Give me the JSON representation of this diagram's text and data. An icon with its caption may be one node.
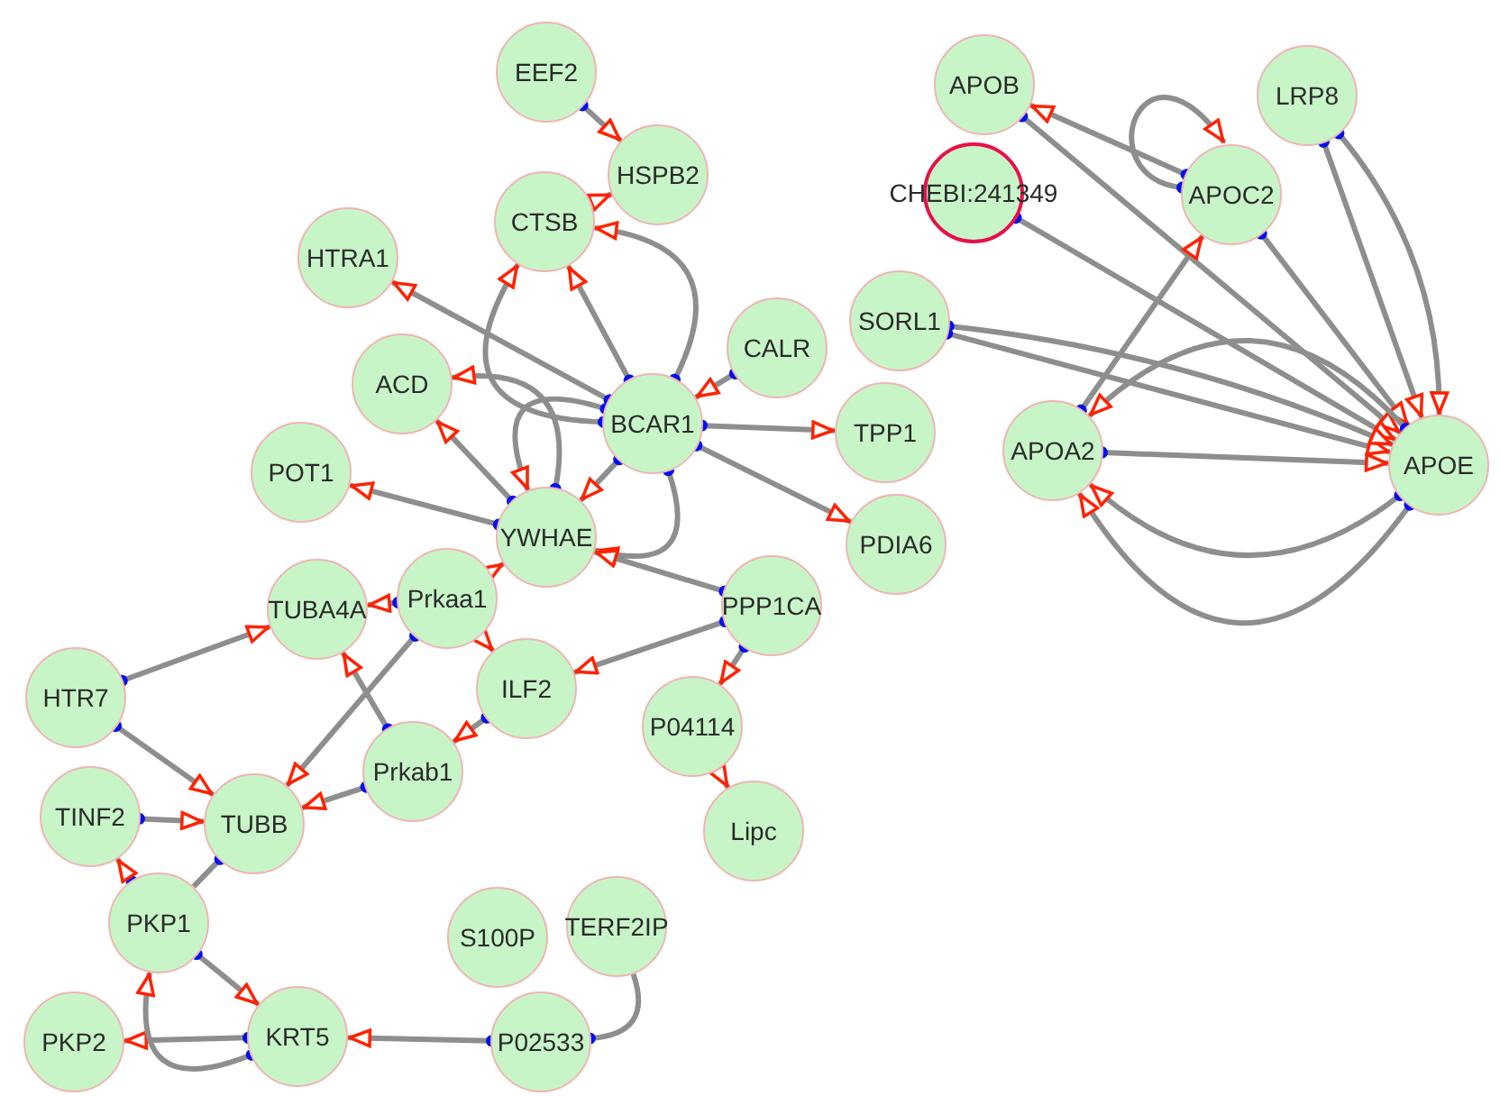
{
  "diagram": {
    "nodes": [
      {
        "text": [
          "EEF2"
        ]
      },
      {
        "text": [
          "HSPB2"
        ]
      },
      {
        "text": [
          "CTSB"
        ]
      },
      {
        "text": [
          "HTRA1"
        ]
      },
      {
        "text": [
          "CALR"
        ]
      },
      {
        "text": [
          "ACD"
        ]
      },
      {
        "text": [
          "BCAR1"
        ]
      },
      {
        "text": [
          "TPP1"
        ]
      },
      {
        "text": [
          "POT1"
        ]
      },
      {
        "text": [
          "YWHAE"
        ]
      },
      {
        "text": [
          "PDIA6"
        ]
      },
      {
        "text": [
          "TUBA4A"
        ]
      },
      {
        "text": [
          "Prkaa1"
        ]
      },
      {
        "text": [
          "PPP1CA"
        ]
      },
      {
        "text": [
          "HTR7"
        ]
      },
      {
        "text": [
          "ILF2"
        ]
      },
      {
        "text": [
          "P04114"
        ]
      },
      {
        "text": [
          "Prkab1"
        ]
      },
      {
        "text": [
          "TINF2"
        ]
      },
      {
        "text": [
          "TUBB"
        ]
      },
      {
        "text": [
          "Lipc"
        ]
      },
      {
        "text": [
          "PKP1"
        ]
      },
      {
        "text": [
          "TERF2IP"
        ]
      },
      {
        "text": [
          "S100P"
        ]
      },
      {
        "text": [
          "PKP2"
        ]
      },
      {
        "text": [
          "KRT5"
        ]
      },
      {
        "text": [
          "P02533"
        ]
      },
      {
        "text": [
          "APOB"
        ]
      },
      {
        "text": [
          "LRP8"
        ]
      },
      {
        "text": [
          "CHEBI:241349"
        ]
      },
      {
        "text": [
          "APOC2"
        ]
      },
      {
        "text": [
          "SORL1"
        ]
      },
      {
        "text": [
          "APOA2"
        ]
      },
      {
        "text": [
          "APOE"
        ]
      }
    ],
    "edges": [
      {
        "from": 0,
        "to": 1,
        "arrow": "to"
      },
      {
        "from": 2,
        "to": 1,
        "arrow": "to"
      },
      {
        "from": 6,
        "to": 3,
        "arrow": "to"
      },
      {
        "from": 6,
        "to": 2,
        "arrow": "to"
      },
      {
        "from": 6,
        "to": 2,
        "arrow": "to"
      },
      {
        "from": 6,
        "to": 2,
        "arrow": "to"
      },
      {
        "from": 4,
        "to": 6,
        "arrow": "to"
      },
      {
        "from": 6,
        "to": 7,
        "arrow": "to"
      },
      {
        "from": 6,
        "to": 10,
        "arrow": "to"
      },
      {
        "from": 6,
        "to": 9,
        "arrow": "to"
      },
      {
        "from": 6,
        "to": 9,
        "arrow": "to"
      },
      {
        "from": 6,
        "to": 9,
        "arrow": "to"
      },
      {
        "from": 9,
        "to": 5,
        "arrow": "to"
      },
      {
        "from": 9,
        "to": 5,
        "arrow": "to"
      },
      {
        "from": 9,
        "to": 8,
        "arrow": "to"
      },
      {
        "from": 13,
        "to": 9,
        "arrow": "to"
      },
      {
        "from": 12,
        "to": 9,
        "arrow": "to"
      },
      {
        "from": 12,
        "to": 11,
        "arrow": "to"
      },
      {
        "from": 12,
        "to": 15,
        "arrow": "to"
      },
      {
        "from": 13,
        "to": 15,
        "arrow": "to"
      },
      {
        "from": 13,
        "to": 16,
        "arrow": "to"
      },
      {
        "from": 16,
        "to": 20,
        "arrow": "to"
      },
      {
        "from": 14,
        "to": 11,
        "arrow": "to"
      },
      {
        "from": 14,
        "to": 19,
        "arrow": "to"
      },
      {
        "from": 12,
        "to": 19,
        "arrow": "to"
      },
      {
        "from": 17,
        "to": 11,
        "arrow": "to"
      },
      {
        "from": 15,
        "to": 17,
        "arrow": "to"
      },
      {
        "from": 17,
        "to": 19,
        "arrow": "to"
      },
      {
        "from": 18,
        "to": 19,
        "arrow": "to"
      },
      {
        "from": 21,
        "to": 18,
        "arrow": "to"
      },
      {
        "from": 19,
        "to": 21,
        "arrow": "other"
      },
      {
        "from": 21,
        "to": 25,
        "arrow": "to"
      },
      {
        "from": 25,
        "to": 24,
        "arrow": "to"
      },
      {
        "from": 25,
        "to": 21,
        "arrow": "to"
      },
      {
        "from": 26,
        "to": 25,
        "arrow": "to"
      },
      {
        "from": 26,
        "to": 22,
        "arrow": "other"
      },
      {
        "from": 30,
        "to": 27,
        "arrow": "to"
      },
      {
        "from": 30,
        "to": 30,
        "arrow": "to"
      },
      {
        "from": 27,
        "to": 33,
        "arrow": "to"
      },
      {
        "from": 29,
        "to": 33,
        "arrow": "to"
      },
      {
        "from": 30,
        "to": 33,
        "arrow": "to"
      },
      {
        "from": 28,
        "to": 33,
        "arrow": "to"
      },
      {
        "from": 28,
        "to": 33,
        "arrow": "to"
      },
      {
        "from": 31,
        "to": 33,
        "arrow": "to"
      },
      {
        "from": 31,
        "to": 33,
        "arrow": "to"
      },
      {
        "from": 32,
        "to": 30,
        "arrow": "to"
      },
      {
        "from": 32,
        "to": 33,
        "arrow": "to"
      },
      {
        "from": 33,
        "to": 32,
        "arrow": "to"
      },
      {
        "from": 33,
        "to": 32,
        "arrow": "to"
      },
      {
        "from": 33,
        "to": 32,
        "arrow": "to"
      }
    ]
  }
}
